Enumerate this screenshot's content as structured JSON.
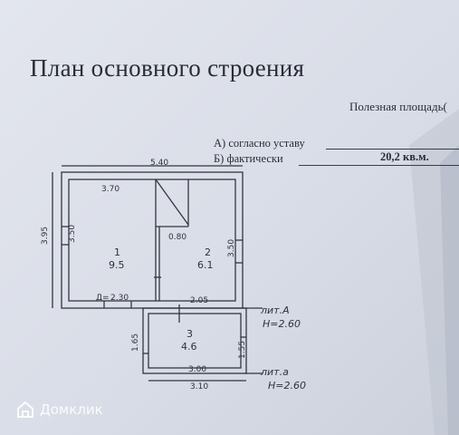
{
  "document": {
    "title": "План основного строения",
    "usable_area_label": "Полезная площадь(",
    "row_a_label": "А) согласно уставу",
    "row_b_label": "Б) фактически",
    "row_b_value": "20,2 кв.м."
  },
  "plan": {
    "overall_width": "5.40",
    "room1_width": "3.70",
    "left_outer_height": "3.95",
    "left_inner_height": "3.50",
    "right_height": "3.50",
    "room1": {
      "number": "1",
      "area": "9.5"
    },
    "room2": {
      "number": "2",
      "area": "6.1"
    },
    "room3": {
      "number": "3",
      "area": "4.6"
    },
    "stair_width": "0.80",
    "bottom_left_width": "2.30",
    "bottom_left_prefix": "Д=",
    "bottom_right_width": "2.05",
    "lit_a_label": "лит.А",
    "lit_a_height": "Н=2.60",
    "porch_left_height": "1.65",
    "porch_right_height": "1.55",
    "porch_inner_width": "3.00",
    "porch_outer_width": "3.10",
    "lit_a2_label": "лит.а",
    "lit_a2_height": "Н=2.60"
  },
  "watermark": {
    "text": "Домклик",
    "icon": "domclick-house-icon"
  }
}
